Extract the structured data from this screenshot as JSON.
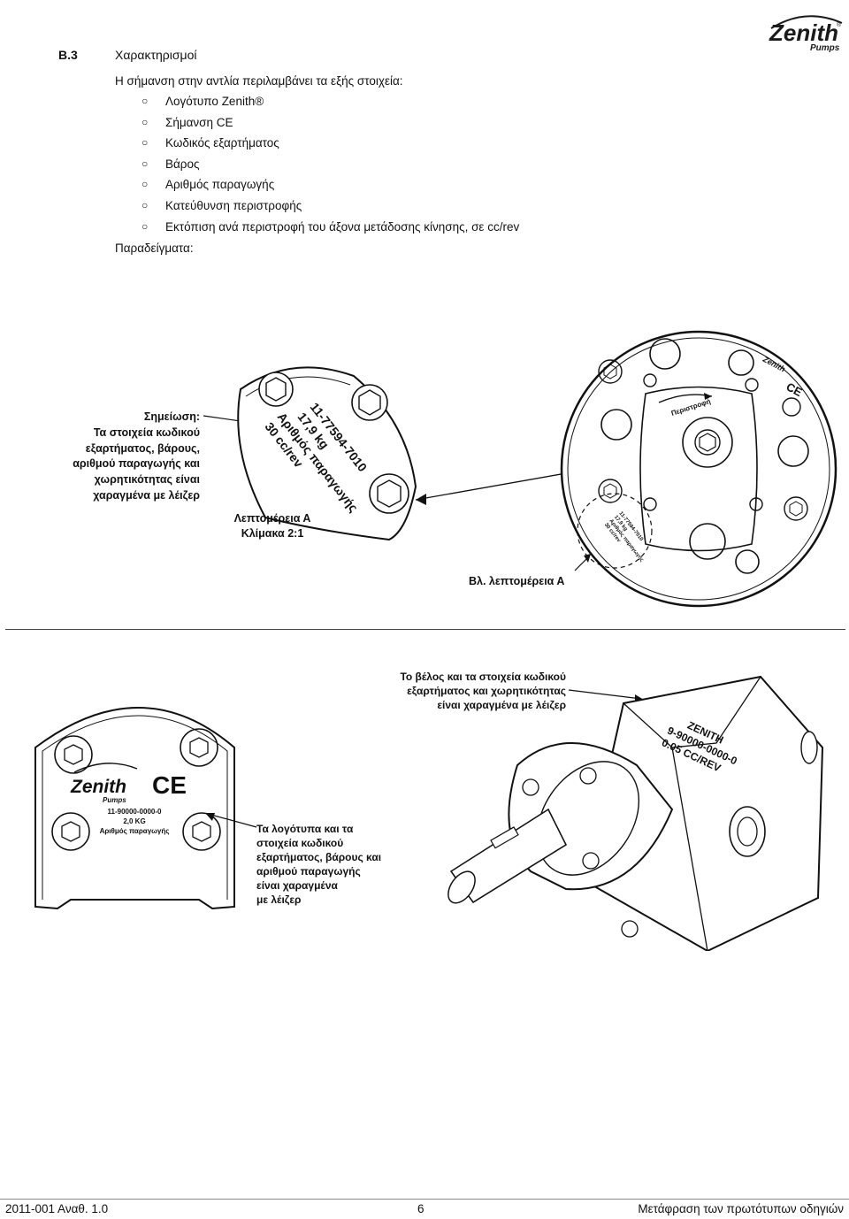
{
  "header": {
    "section_number": "B.3",
    "section_title": "Χαρακτηρισμοί",
    "logo": {
      "name": "Zenith",
      "sub": "Pumps",
      "registered": "®"
    }
  },
  "intro": "Η σήμανση στην αντλία περιλαμβάνει τα εξής στοιχεία:",
  "bullet_symbol": "○",
  "bullets": [
    "Λογότυπο Zenith®",
    "Σήμανση CE",
    "Κωδικός εξαρτήματος",
    "Βάρος",
    "Αριθμός παραγωγής",
    "Κατεύθυνση περιστροφής",
    "Εκτόπιση ανά περιστροφή του άξονα μετάδοσης κίνησης, σε cc/rev"
  ],
  "examples_label": "Παραδείγματα:",
  "figure1": {
    "note_lines": [
      "Σημείωση:",
      "Τα στοιχεία κωδικού",
      "εξαρτήματος, βάρους,",
      "αριθμού παραγωγής και",
      "χωρητικότητας είναι",
      "χαραγμένα με λέιζερ"
    ],
    "engraving_lines": [
      "11-77594-7010",
      "17,9 kg",
      "Αριθμός παραγωγής",
      "30 cc/rev"
    ],
    "detail_label": "Λεπτομέρεια Α",
    "scale_label": "Κλίμακα 2:1",
    "see_detail": "Βλ. λεπτομέρεια Α",
    "rotation_label": "Περιστροφή",
    "small_engraving": [
      "11-77594-7010",
      "17,9 kg",
      "Αριθμός παραγωγής",
      "30 cc/rev"
    ]
  },
  "figure2": {
    "plate_logo": "Zenith",
    "plate_logo_sub": "Pumps",
    "plate_ce": "CE",
    "plate_lines": [
      "11-90000-0000-0",
      "2,0 KG",
      "Αριθμός παραγωγής"
    ],
    "left_callout": [
      "Τα λογότυπα και τα",
      "στοιχεία κωδικού",
      "εξαρτήματος, βάρους και",
      "αριθμού παραγωγής",
      "είναι χαραγμένα",
      "με λέιζερ"
    ],
    "right_callout": [
      "Το βέλος και τα στοιχεία κωδικού",
      "εξαρτήματος και χωρητικότητας",
      "είναι χαραγμένα με λέιζερ"
    ],
    "pump_engraving": [
      "ZENITH",
      "9-90000-0000-0",
      "0.05 CC/REV"
    ]
  },
  "footer": {
    "left": "2011-001 Αναθ. 1.0",
    "center": "6",
    "right": "Μετάφραση των πρωτότυπων οδηγιών"
  }
}
